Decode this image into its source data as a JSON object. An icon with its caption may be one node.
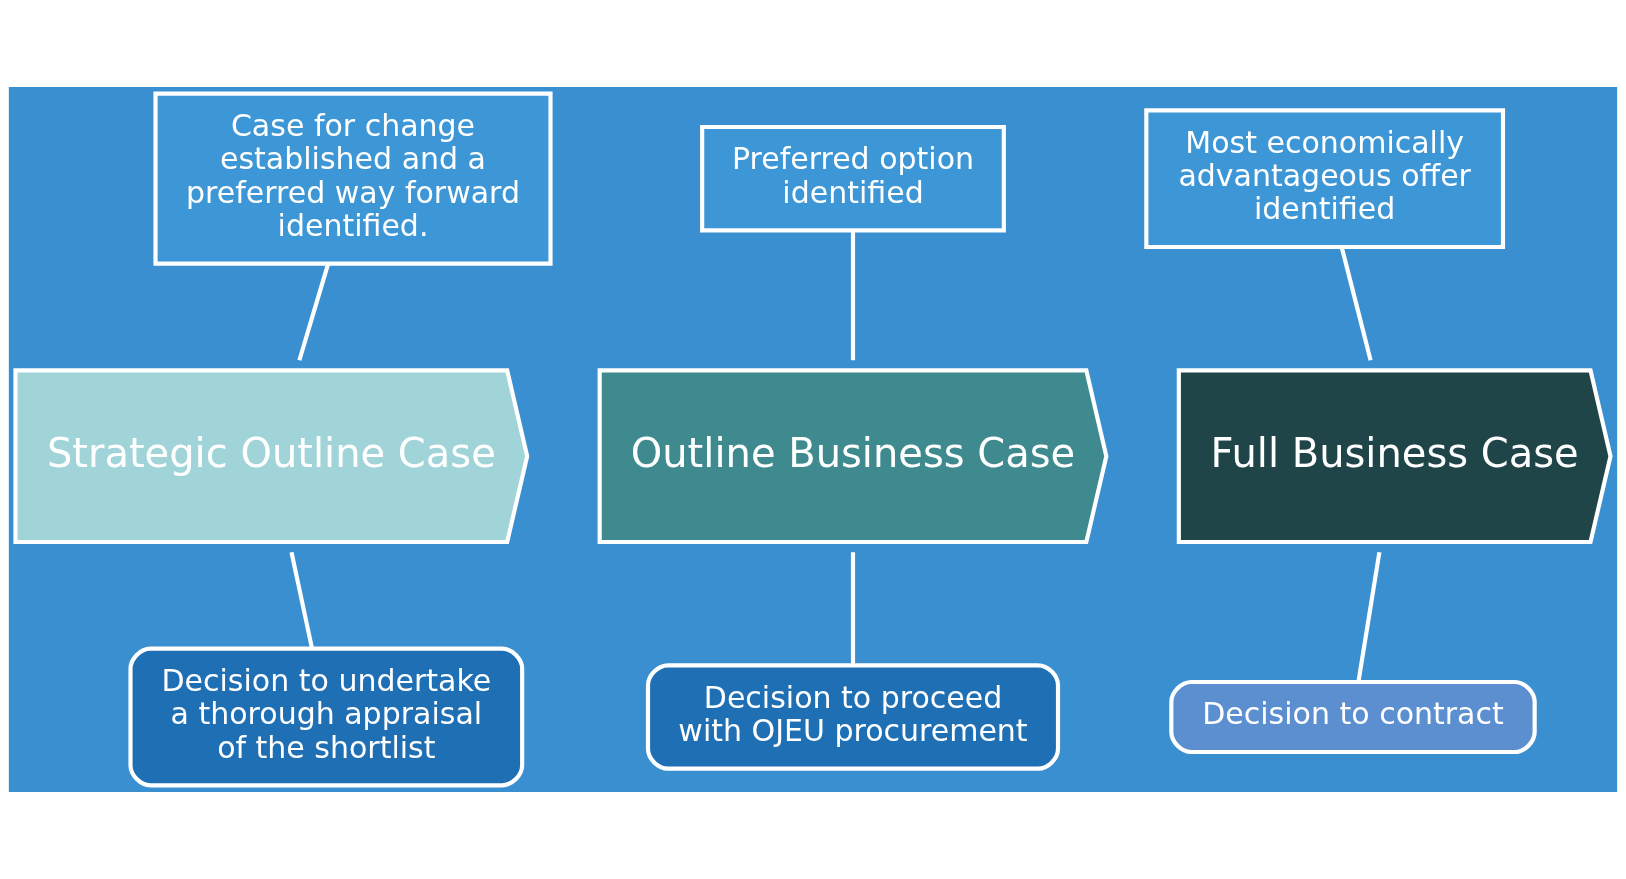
{
  "diagram": {
    "nodes": [
      {
        "text": [
          "Case for change established and a preferred way forward identified."
        ]
      },
      {
        "text": [
          "Preferred option identified"
        ]
      },
      {
        "text": [
          "Most economically advantageous offer identified"
        ]
      },
      {
        "text": [
          "Strategic Outline Case"
        ]
      },
      {
        "text": [
          "Outline Business Case"
        ]
      },
      {
        "text": [
          "Full Business Case"
        ]
      },
      {
        "text": [
          "Decision to undertake a thorough appraisal of the shortlist"
        ]
      },
      {
        "text": [
          "Decision to proceed with OJEU procurement"
        ]
      },
      {
        "text": [
          "Decision to contract"
        ]
      }
    ],
    "edges": [
      {
        "from": 0,
        "to": 3,
        "arrow": "none"
      },
      {
        "from": 1,
        "to": 4,
        "arrow": "none"
      },
      {
        "from": 2,
        "to": 5,
        "arrow": "none"
      },
      {
        "from": 6,
        "to": 3,
        "arrow": "none"
      },
      {
        "from": 7,
        "to": 4,
        "arrow": "none"
      },
      {
        "from": 8,
        "to": 5,
        "arrow": "none"
      }
    ]
  }
}
